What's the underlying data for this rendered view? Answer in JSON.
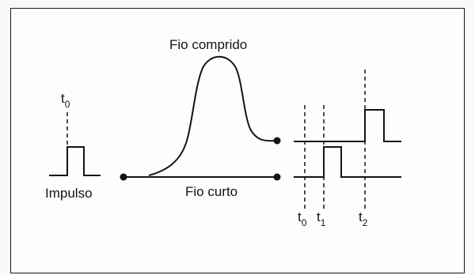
{
  "labels": {
    "long_wire": "Fio comprido",
    "short_wire": "Fio curto",
    "impulse": "Impulso"
  },
  "time_markers": {
    "t0_input": {
      "base": "t",
      "sub": "0"
    },
    "t0": {
      "base": "t",
      "sub": "0"
    },
    "t1": {
      "base": "t",
      "sub": "1"
    },
    "t2": {
      "base": "t",
      "sub": "2"
    }
  },
  "colors": {
    "line": "#141414",
    "frame": "#1a1a1a",
    "background": "#fdfdfc"
  }
}
